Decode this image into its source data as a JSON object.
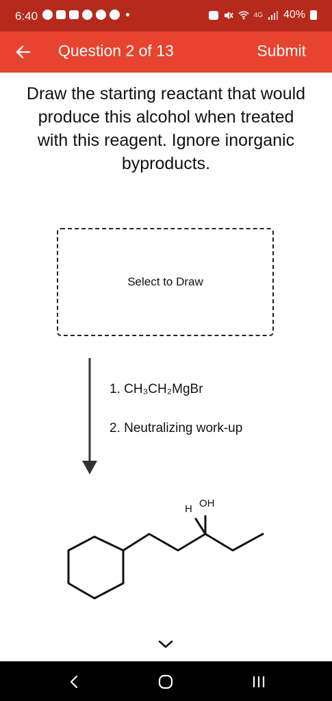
{
  "status_bar": {
    "time": "6:40",
    "network_label": "4G",
    "battery": "40%",
    "colors": {
      "background": "#b52a1d"
    }
  },
  "header": {
    "title": "Question 2 of 13",
    "submit_label": "Submit",
    "colors": {
      "background": "#e8432f",
      "text": "#ffffff"
    }
  },
  "question": {
    "prompt": "Draw the starting reactant that would produce this alcohol when treated with this reagent. Ignore inorganic byproducts."
  },
  "draw_area": {
    "label": "Select to Draw"
  },
  "reaction": {
    "step_1": "1. CH₃CH₂MgBr",
    "step_2": "2. Neutralizing work-up"
  },
  "product": {
    "atom_labels": {
      "hydrogen": "H",
      "hydroxyl": "OH"
    }
  },
  "icons": {
    "back": "back-arrow-icon",
    "collapse": "chevron-down-icon",
    "nav_back": "nav-back-icon",
    "nav_home": "nav-home-icon",
    "nav_recents": "nav-recents-icon"
  }
}
